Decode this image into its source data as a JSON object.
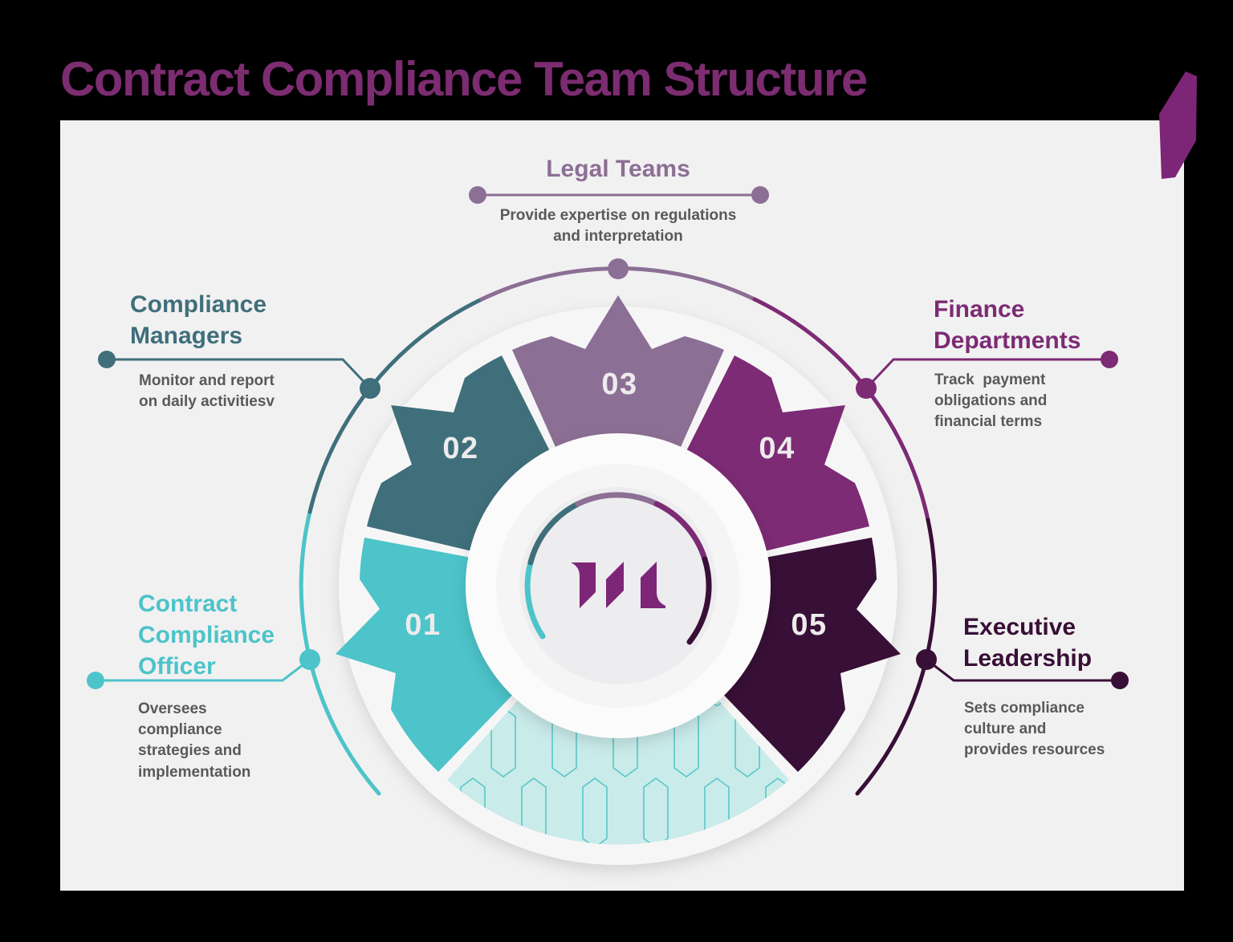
{
  "title": "Contract Compliance Team Structure",
  "colors": {
    "page_bg": "#000000",
    "card": "#f2f1f2",
    "title": "#7c2c70",
    "teal_light": "#4cc4c9",
    "teal_dark": "#3f6f7b",
    "mauve": "#8c6f94",
    "purple": "#7c2b74",
    "purple_dark": "#380f36",
    "mint": "#c9ebea",
    "mint_stroke": "#58c6ca",
    "desc_text": "#58595b",
    "number_text": "#edebed",
    "logo": "#7d2577",
    "ribbon": "#7d2577",
    "disc": "#f7f6f7",
    "center_outer": "#fcfbfc",
    "center_mid": "#f6f5f6",
    "center_inner": "#edecee"
  },
  "center_logo": "m-logo",
  "segments": [
    {
      "number": "01",
      "heading": "Contract\nCompliance\nOfficer",
      "description": "Oversees\ncompliance\nstrategies and\nimplementation",
      "color": "#4cc4c9"
    },
    {
      "number": "02",
      "heading": "Compliance\nManagers",
      "description": "Monitor and report\non daily activitiesv",
      "color": "#3f6f7b"
    },
    {
      "number": "03",
      "heading": "Legal Teams",
      "description": "Provide expertise on regulations\nand interpretation",
      "color": "#8c6f94"
    },
    {
      "number": "04",
      "heading": "Finance\nDepartments",
      "description": "Track  payment\nobligations and\nfinancial terms",
      "color": "#7c2b74"
    },
    {
      "number": "05",
      "heading": "Executive\nLeadership",
      "description": "Sets compliance\nculture and\nprovides resources",
      "color": "#380f36"
    }
  ]
}
